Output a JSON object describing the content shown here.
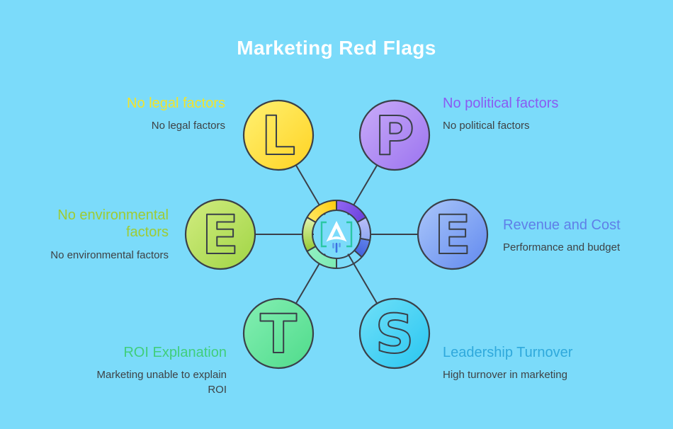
{
  "title": "Marketing Red Flags",
  "colors": {
    "background": "#7BDBFA",
    "outline": "#3A4049",
    "title_text": "#FFFFFF",
    "desc_text": "#3E4245"
  },
  "hub": {
    "logo": {
      "name": "ahaslides-logo",
      "bracket_color": "#2BC7A4",
      "letter_color": "#FFFFFF",
      "bar_colors": [
        "#5C9CEC",
        "#3A6FE0",
        "#5C9CEC"
      ]
    },
    "ring_segments": [
      {
        "name": "legal",
        "from": 300,
        "to": 360,
        "c1": "#FFE65C",
        "c2": "#FFCD14"
      },
      {
        "name": "political",
        "from": 0,
        "to": 60,
        "c1": "#9065F2",
        "c2": "#6D43DE"
      },
      {
        "name": "economic",
        "from": 60,
        "to": 100,
        "c1": "#B7BDF6",
        "c2": "#92AAF2"
      },
      {
        "name": "economic-2",
        "from": 100,
        "to": 132,
        "c1": "#5E80EA",
        "c2": "#4564DE"
      },
      {
        "name": "social",
        "from": 180,
        "to": 240,
        "c1": "#7DEBB5",
        "c2": "#8FF0C0"
      },
      {
        "name": "environmental",
        "from": 240,
        "to": 300,
        "c1": "#9ACD3A",
        "c2": "#DDF1A6"
      }
    ]
  },
  "nodes": [
    {
      "id": "legal",
      "letter": "L",
      "title": "No legal factors",
      "desc": "No legal factors",
      "title_color": "#F3E42A",
      "circle_colors": [
        "#FFF173",
        "#FFD322"
      ]
    },
    {
      "id": "political",
      "letter": "P",
      "title": "No political factors",
      "desc": "No political factors",
      "title_color": "#8A5BF2",
      "circle_colors": [
        "#C9ACF8",
        "#9B73F0"
      ]
    },
    {
      "id": "environmental",
      "letter": "E",
      "title": "No environmental factors",
      "desc": "No environmental factors",
      "title_color": "#9ECB33",
      "circle_colors": [
        "#D2EC80",
        "#A0D545"
      ]
    },
    {
      "id": "economic",
      "letter": "E",
      "title": "Revenue and Cost",
      "desc": "Performance and budget",
      "title_color": "#5F7FE8",
      "circle_colors": [
        "#ABC7FA",
        "#6189EF"
      ]
    },
    {
      "id": "technological",
      "letter": "T",
      "title": "ROI Explanation",
      "desc": "Marketing unable to explain ROI",
      "title_color": "#40CE7C",
      "circle_colors": [
        "#84EFB3",
        "#4FDB8B"
      ]
    },
    {
      "id": "social",
      "letter": "S",
      "title": "Leadership Turnover",
      "desc": "High turnover in marketing",
      "title_color": "#2FA9DC",
      "circle_colors": [
        "#70E0F8",
        "#2AC6F1"
      ]
    }
  ]
}
